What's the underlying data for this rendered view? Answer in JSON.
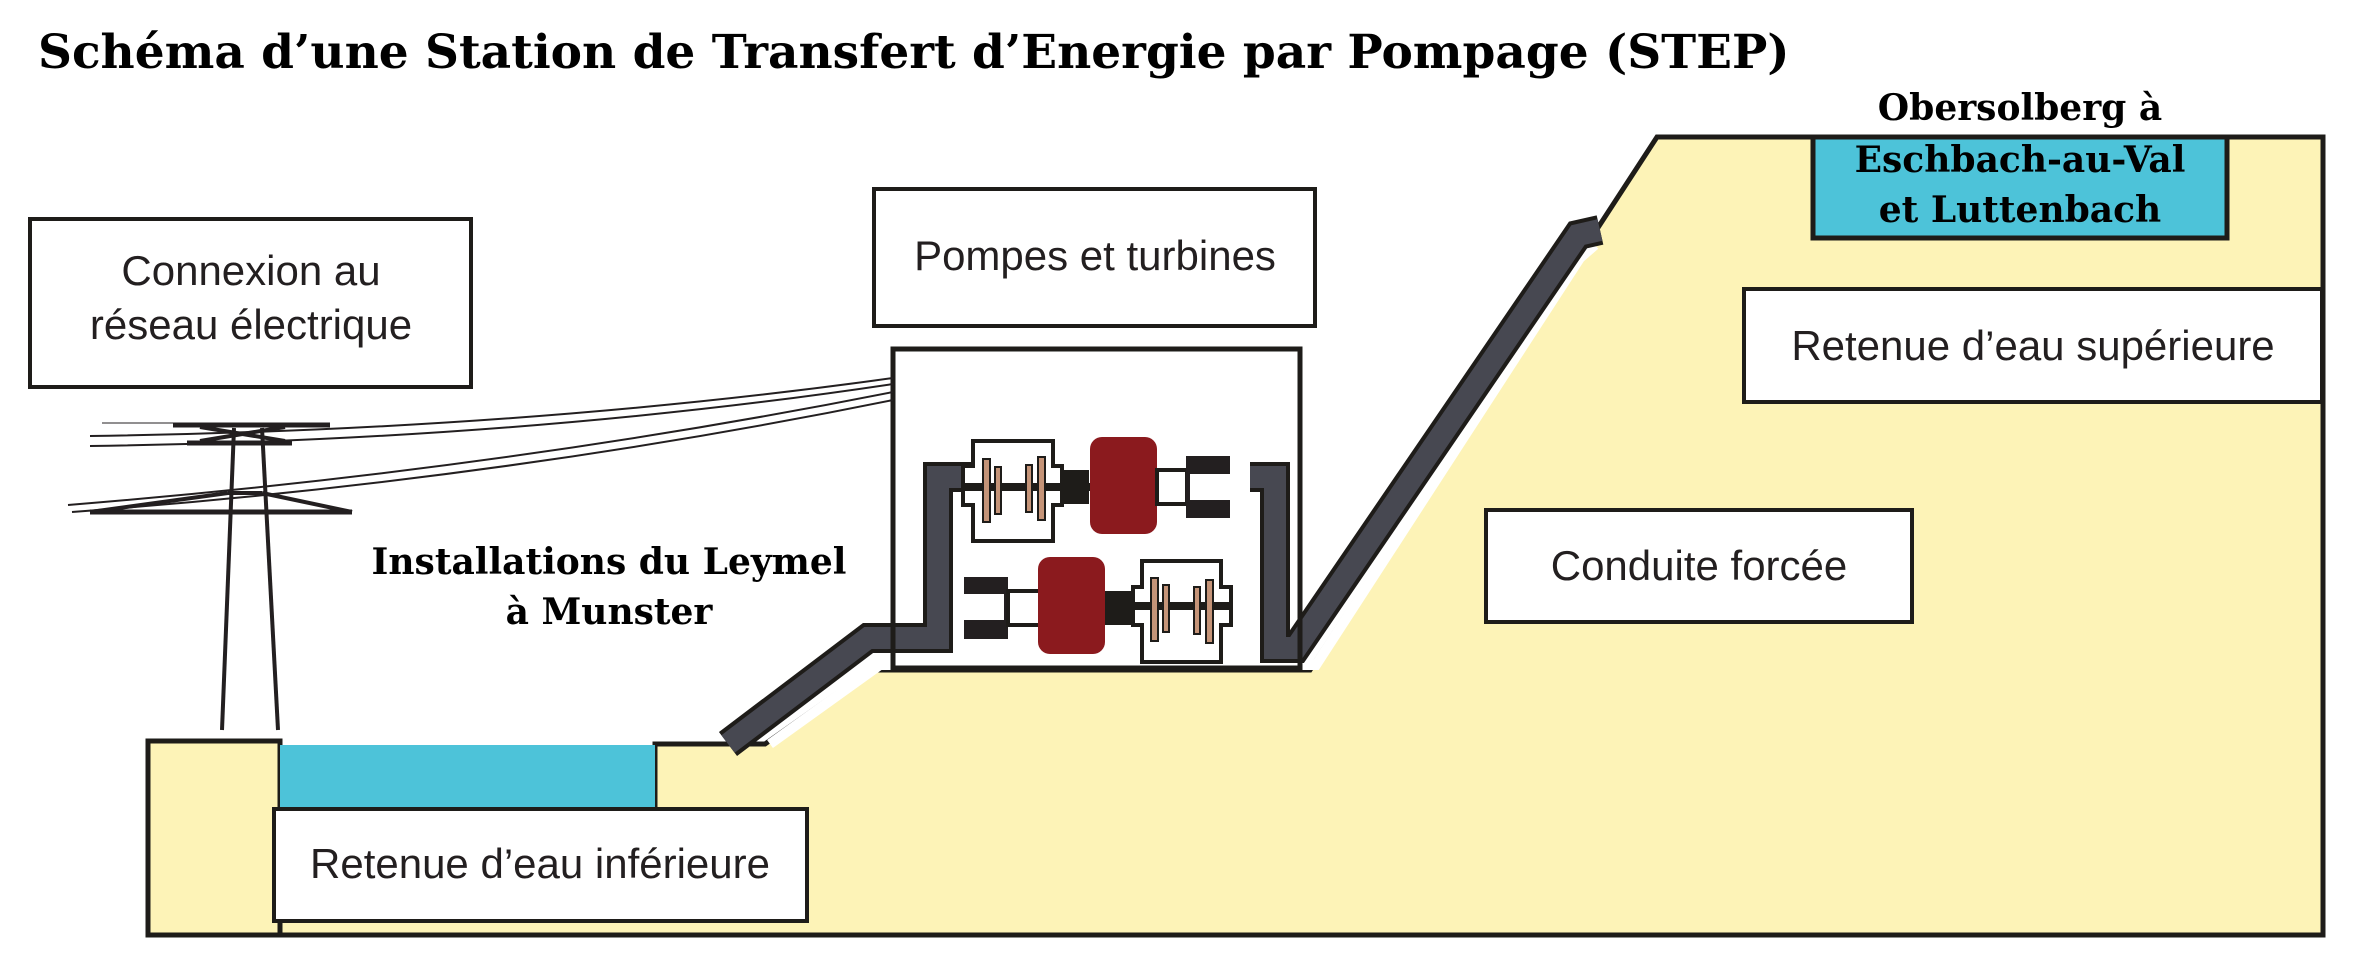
{
  "title": "Schéma d’une Station de Transfert d’Energie par Pompage (STEP)",
  "labels": {
    "grid_connection": [
      "Connexion au",
      "réseau électrique"
    ],
    "pumps_turbines": "Pompes et turbines",
    "installations": [
      "Installations du Leymel",
      "à Munster"
    ],
    "upper_site": [
      "Obersolberg à",
      "Eschbach-au-Val",
      "et Luttenbach"
    ],
    "upper_reservoir": "Retenue d’eau supérieure",
    "penstock": "Conduite forcée",
    "lower_reservoir": "Retenue d’eau inférieure"
  },
  "colors": {
    "terrain": "#fdf3b7",
    "water": "#4dc3d9",
    "pipe": "#474851",
    "generator": "#8b1a1e",
    "blade": "#c59478",
    "outline": "#1e1c19"
  }
}
